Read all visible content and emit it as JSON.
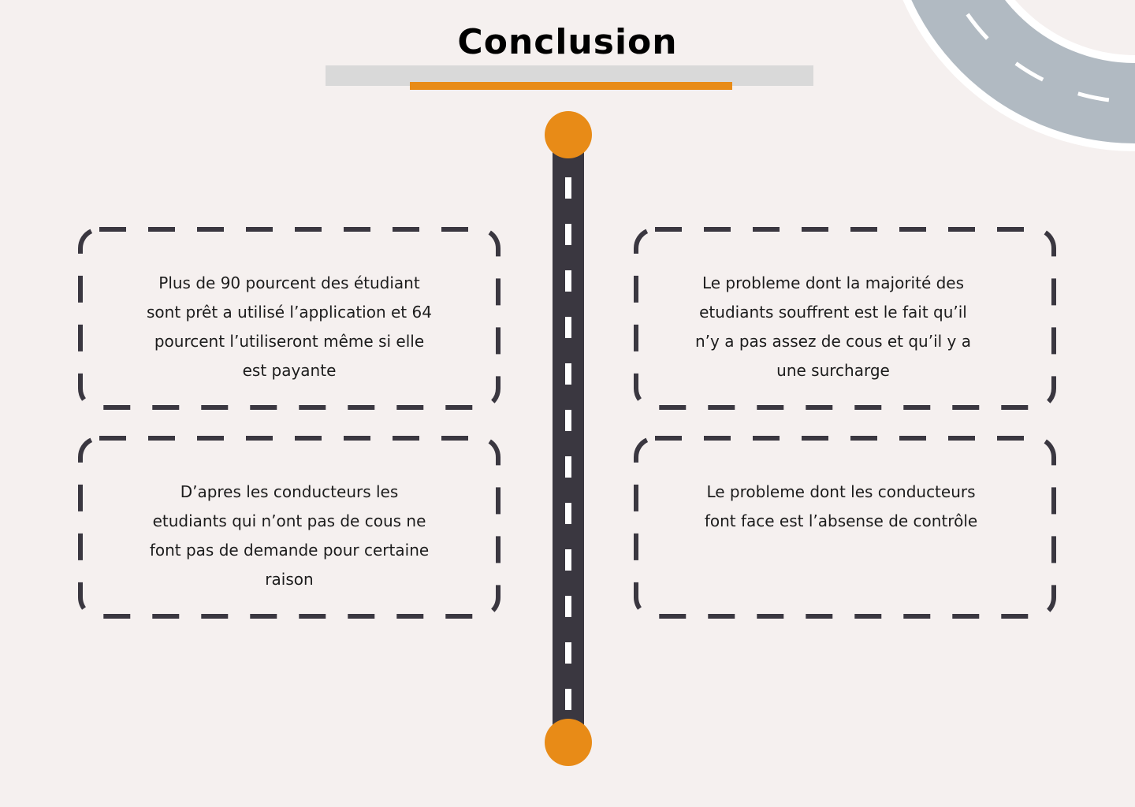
{
  "title": "Conclusion",
  "colors": {
    "background": "#f5f0ef",
    "accent_orange": "#e88b17",
    "road_dark": "#3a3740",
    "road_gray": "#b1bac2",
    "title_bar_gray": "#d9d9d9"
  },
  "cards": {
    "top_left": "Plus de 90 pourcent des étudiant\nsont prêt a utilisé l’application et 64\npourcent l’utiliseront même si elle\nest payante",
    "top_right": "Le probleme dont la majorité des\netudiants souffrent est le fait qu’il\nn’y a pas assez de cous et qu’il y a\nune surcharge",
    "bottom_left": "D’apres les conducteurs les\netudiants qui n’ont pas de cous ne\nfont pas de demande pour certaine\nraison",
    "bottom_right": "Le probleme dont les conducteurs\nfont face est l’absense de contrôle"
  }
}
